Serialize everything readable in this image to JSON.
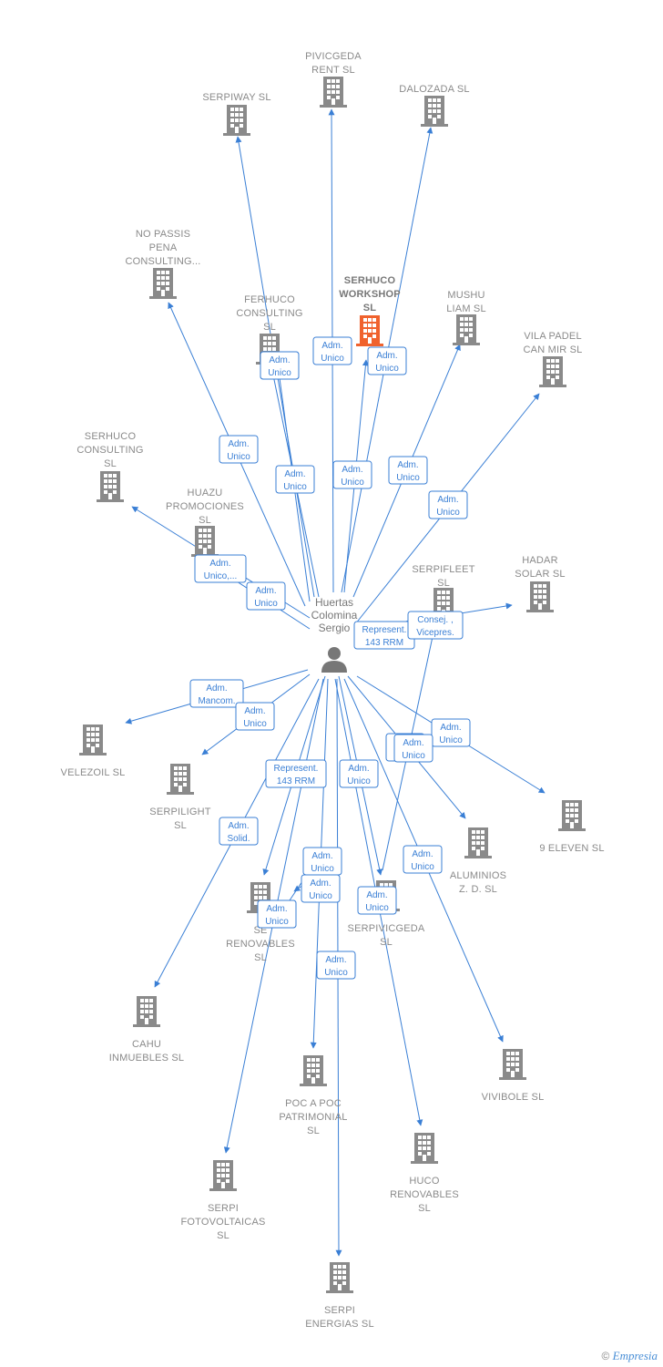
{
  "colors": {
    "edge": "#3a7fd5",
    "building": "#8a8a8a",
    "focus_building": "#f0622d",
    "person": "#777777"
  },
  "center": {
    "label": [
      "Huertas",
      "Colomina",
      "Sergio"
    ],
    "icon": "person-icon"
  },
  "nodes": [
    {
      "id": "pivicgeda",
      "label": [
        "PIVICGEDA",
        "RENT SL"
      ]
    },
    {
      "id": "serpiway",
      "label": [
        "SERPIWAY SL"
      ]
    },
    {
      "id": "dalozada",
      "label": [
        "DALOZADA SL"
      ]
    },
    {
      "id": "nopassis",
      "label": [
        "NO PASSIS",
        "PENA",
        "CONSULTING..."
      ]
    },
    {
      "id": "ferhuco",
      "label": [
        "FERHUCO",
        "CONSULTING",
        "SL"
      ]
    },
    {
      "id": "serhucoworkshop",
      "label": [
        "SERHUCO",
        "WORKSHOP",
        "SL"
      ],
      "focus": true
    },
    {
      "id": "mushu",
      "label": [
        "MUSHU",
        "LIAM SL"
      ]
    },
    {
      "id": "vilapadel",
      "label": [
        "VILA PADEL",
        "CAN MIR SL"
      ]
    },
    {
      "id": "serhucoconsulting",
      "label": [
        "SERHUCO",
        "CONSULTING",
        "SL"
      ]
    },
    {
      "id": "huazu",
      "label": [
        "HUAZU",
        "PROMOCIONES",
        "SL"
      ]
    },
    {
      "id": "serpifleet",
      "label": [
        "SERPIFLEET",
        "SL"
      ]
    },
    {
      "id": "hadar",
      "label": [
        "HADAR",
        "SOLAR SL"
      ]
    },
    {
      "id": "velezoil",
      "label": [
        "VELEZOIL SL"
      ]
    },
    {
      "id": "serpilight",
      "label": [
        "SERPILIGHT",
        "SL"
      ]
    },
    {
      "id": "nineeleven",
      "label": [
        "9 ELEVEN SL"
      ]
    },
    {
      "id": "aluminios",
      "label": [
        "ALUMINIOS",
        "Z. D. SL"
      ]
    },
    {
      "id": "serpirenovables",
      "label": [
        "SE",
        "RENOVABLES",
        "SL"
      ]
    },
    {
      "id": "serpivicgeda",
      "label": [
        "SERPIVICGEDA",
        "SL"
      ]
    },
    {
      "id": "cahu",
      "label": [
        "CAHU",
        "INMUEBLES SL"
      ]
    },
    {
      "id": "vivibole",
      "label": [
        "VIVIBOLE SL"
      ]
    },
    {
      "id": "pocapoc",
      "label": [
        "POC A POC",
        "PATRIMONIAL",
        "SL"
      ]
    },
    {
      "id": "hucorenovables",
      "label": [
        "HUCO",
        "RENOVABLES",
        "SL"
      ]
    },
    {
      "id": "serpifotovoltaicas",
      "label": [
        "SERPI",
        "FOTOVOLTAICAS",
        "SL"
      ]
    },
    {
      "id": "serpienergias",
      "label": [
        "SERPI",
        "ENERGIAS SL"
      ]
    }
  ],
  "edges": [
    {
      "to": "pivicgeda",
      "label": [
        "Adm.",
        "Unico"
      ]
    },
    {
      "to": "serpiway",
      "label": [
        "Adm.",
        "Unico"
      ]
    },
    {
      "to": "dalozada",
      "label": [
        "Adm.",
        "Unico"
      ]
    },
    {
      "to": "nopassis",
      "label": [
        "Adm.",
        "Unico"
      ]
    },
    {
      "to": "ferhuco",
      "label": [
        "Adm.",
        "Unico"
      ]
    },
    {
      "to": "ferhuco",
      "label": [
        "Adm.",
        "Unico"
      ]
    },
    {
      "to": "serhucoworkshop",
      "label": [
        "Adm.",
        "Unico"
      ]
    },
    {
      "to": "mushu",
      "label": [
        "Adm.",
        "Unico"
      ]
    },
    {
      "to": "vilapadel",
      "label": [
        "Adm.",
        "Unico"
      ]
    },
    {
      "to": "serhucoconsulting",
      "label": [
        "Adm.",
        "Unico,..."
      ]
    },
    {
      "to": "huazu",
      "label": [
        "Adm.",
        "Unico"
      ]
    },
    {
      "to": "serpifleet",
      "label": [
        "Represent.",
        "143 RRM"
      ]
    },
    {
      "to": "hadar",
      "label": [
        "Consej. ,",
        "Vicepres."
      ]
    },
    {
      "to": "velezoil",
      "label": [
        "Adm.",
        "Mancom."
      ]
    },
    {
      "to": "serpilight",
      "label": [
        "Adm.",
        "Unico"
      ]
    },
    {
      "to": "nineeleven",
      "label": [
        "Adm.",
        "Unico"
      ]
    },
    {
      "to": "aluminios",
      "label": [
        "Adm.",
        "Unico"
      ]
    },
    {
      "to": "serpifleet",
      "label": [
        "Adm.",
        "Unico"
      ]
    },
    {
      "to": "serpirenovables",
      "label": [
        "Represent.",
        "143 RRM"
      ]
    },
    {
      "to": "serpivicgeda",
      "label": [
        "Adm.",
        "Unico"
      ]
    },
    {
      "to": "serpirenovables",
      "label": [
        "Adm.",
        "Unico"
      ]
    },
    {
      "to": "serpirenovables",
      "label": [
        "Adm.",
        "Unico"
      ]
    },
    {
      "to": "cahu",
      "label": [
        "Adm.",
        "Solid."
      ]
    },
    {
      "to": "vivibole",
      "label": [
        "Adm.",
        "Unico"
      ]
    },
    {
      "to": "pocapoc",
      "label": [
        "Adm.",
        "Unico"
      ]
    },
    {
      "to": "hucorenovables",
      "label": [
        "Adm.",
        "Unico"
      ]
    },
    {
      "to": "serpifotovoltaicas",
      "label": [
        "Adm.",
        "Unico"
      ]
    },
    {
      "to": "serpienergias",
      "label": [
        "Adm.",
        "Unico"
      ]
    }
  ],
  "footer": {
    "copyright": "©",
    "brand": "Empresia"
  }
}
